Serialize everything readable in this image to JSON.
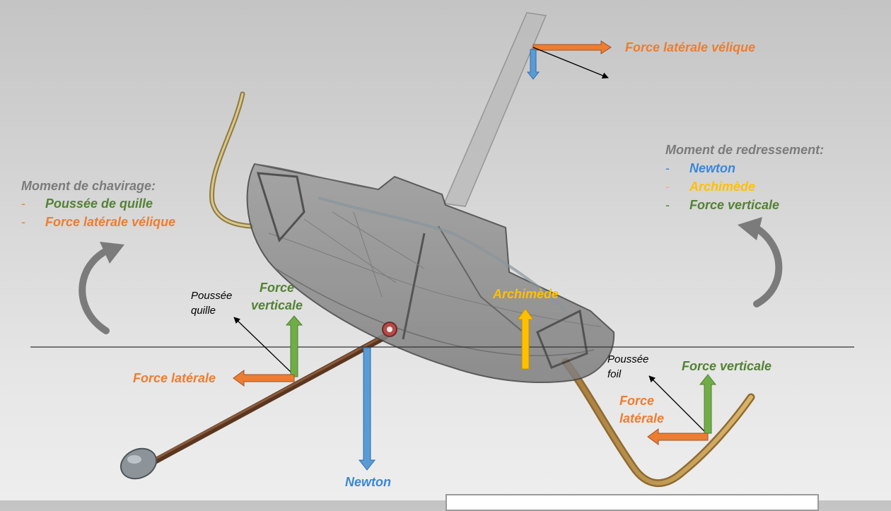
{
  "diagram": {
    "sail_force_label": "Force latérale vélique",
    "capsize_moment": {
      "title": "Moment de chavirage:",
      "items": [
        {
          "dash": "-",
          "text": "Poussée de quille",
          "color": "#548235"
        },
        {
          "dash": "-",
          "text": "Force latérale vélique",
          "color": "#ed7d31"
        }
      ]
    },
    "righting_moment": {
      "title": "Moment de redressement:",
      "items": [
        {
          "dash": "-",
          "text": "Newton",
          "color": "#3b87d6"
        },
        {
          "dash": "-",
          "text": "Archimède",
          "color": "#ffc000"
        },
        {
          "dash": "-",
          "text": "Force verticale",
          "color": "#548235"
        }
      ]
    },
    "keel_thrust": {
      "line1": "Poussée",
      "line2": "quille"
    },
    "keel_vertical": {
      "line1": "Force",
      "line2": "verticale"
    },
    "keel_lateral": "Force latérale",
    "archimede": "Archimède",
    "newton": "Newton",
    "foil_thrust": {
      "line1": "Poussée",
      "line2": "foil"
    },
    "foil_vertical": "Force verticale",
    "foil_lateral": {
      "line1": "Force",
      "line2": "latérale"
    },
    "colors": {
      "orange": "#ed7d31",
      "green": "#548235",
      "blue": "#3b87d6",
      "gold": "#ffc000",
      "grey": "#7b7b7b"
    }
  }
}
